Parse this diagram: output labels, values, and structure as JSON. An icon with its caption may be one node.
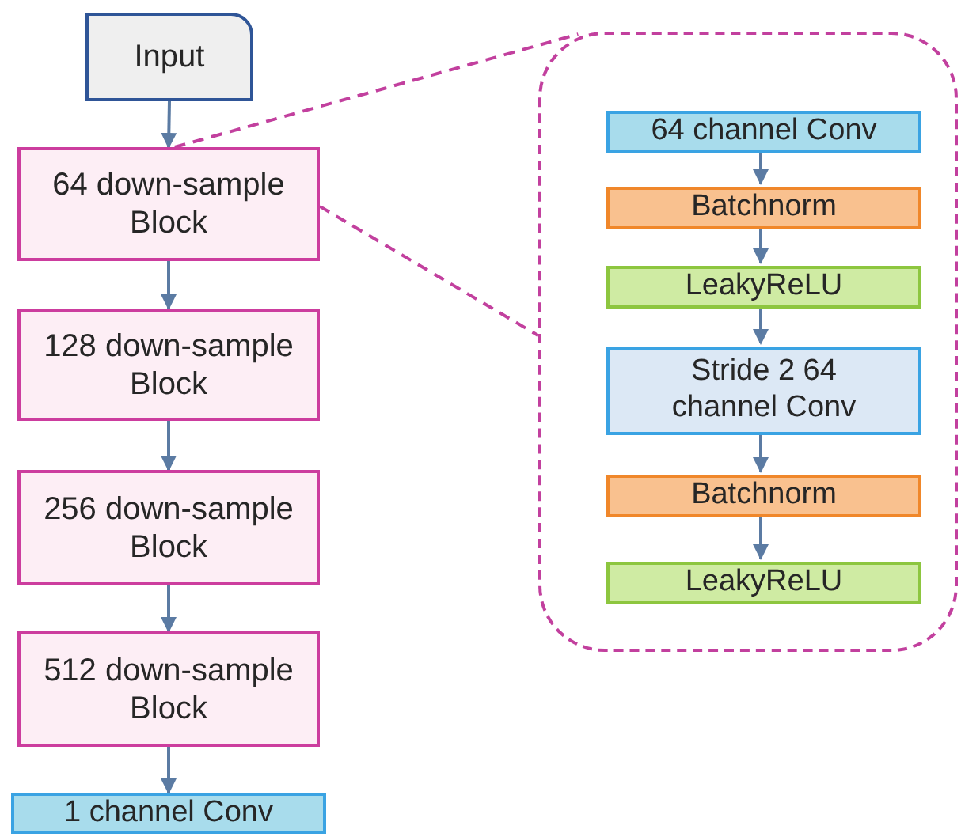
{
  "diagram": {
    "nodes": [
      {
        "text": [
          "Input"
        ]
      },
      {
        "text": [
          "64 down-sample Block"
        ]
      },
      {
        "text": [
          "128 down-sample Block"
        ]
      },
      {
        "text": [
          "256 down-sample Block"
        ]
      },
      {
        "text": [
          "512 down-sample Block"
        ]
      },
      {
        "text": [
          "1 channel Conv"
        ]
      },
      {
        "text": [],
        "shape": "box"
      },
      {
        "text": [
          "64 channel Conv"
        ],
        "in": 6
      },
      {
        "text": [
          "Batchnorm"
        ],
        "in": 6
      },
      {
        "text": [
          "LeakyReLU"
        ],
        "in": 6
      },
      {
        "text": [
          "Stride 2 64 channel Conv"
        ],
        "in": 6
      },
      {
        "text": [
          "Batchnorm"
        ],
        "in": 6
      },
      {
        "text": [
          "LeakyReLU"
        ],
        "in": 6
      }
    ],
    "edges": [
      {
        "from": 0,
        "to": 1,
        "arrow": "to"
      },
      {
        "from": 1,
        "to": 2,
        "arrow": "to"
      },
      {
        "from": 2,
        "to": 3,
        "arrow": "to"
      },
      {
        "from": 3,
        "to": 4,
        "arrow": "to"
      },
      {
        "from": 4,
        "to": 5,
        "arrow": "to"
      },
      {
        "from": 7,
        "to": 8,
        "arrow": "to"
      },
      {
        "from": 8,
        "to": 9,
        "arrow": "to"
      },
      {
        "from": 9,
        "to": 10,
        "arrow": "to"
      },
      {
        "from": 10,
        "to": 11,
        "arrow": "to"
      },
      {
        "from": 11,
        "to": 12,
        "arrow": "to"
      },
      {
        "from": 1,
        "to": 6,
        "arrow": "none",
        "style": "dashed",
        "color": "#c2409e"
      },
      {
        "from": 1,
        "to": 6,
        "arrow": "none",
        "style": "dashed",
        "color": "#c2409e"
      }
    ]
  }
}
